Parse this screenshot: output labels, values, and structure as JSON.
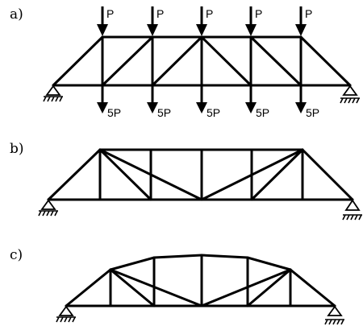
{
  "panels": {
    "a": {
      "label": "a)",
      "top_load": "P",
      "bottom_load": "5P"
    },
    "b": {
      "label": "b)"
    },
    "c": {
      "label": "c)"
    }
  }
}
